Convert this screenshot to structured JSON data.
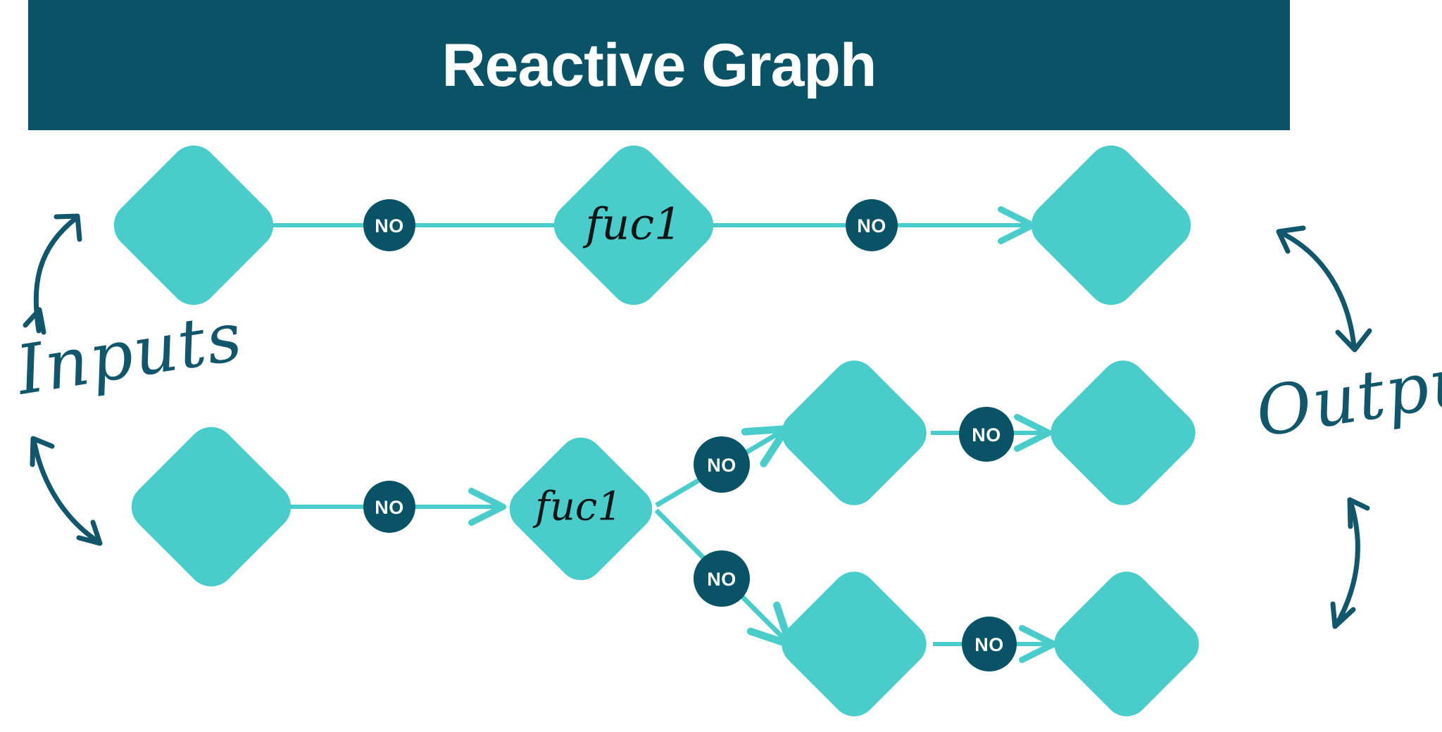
{
  "header": {
    "title": "Reactive Graph",
    "bar_color": "#0a5266",
    "title_color": "#ffffff"
  },
  "palette": {
    "node_fill": "#4accca",
    "badge_fill": "#0a5266",
    "badge_text": "#ffffff",
    "edge_stroke": "#4accca",
    "annotation_stroke": "#11566b",
    "node_label_text": "#111416",
    "background": "#ffffff"
  },
  "annotations": {
    "inputs": {
      "label": "Inputs",
      "arrow_top_name": "inputs-arrow-upper",
      "arrow_bottom_name": "inputs-arrow-lower"
    },
    "outputs": {
      "label": "Outputs",
      "arrow_top_name": "outputs-arrow-upper",
      "arrow_bottom_name": "outputs-arrow-lower"
    }
  },
  "graph": {
    "badge_label": "NO",
    "function_label": "fuc1",
    "rows": [
      {
        "name": "row-top",
        "nodes": [
          {
            "id": "n1",
            "role": "input",
            "label": ""
          },
          {
            "id": "n2",
            "role": "function",
            "label": "fuc1"
          },
          {
            "id": "n3",
            "role": "output",
            "label": ""
          }
        ],
        "edges": [
          {
            "from": "n1",
            "to": "n2",
            "badge": "NO"
          },
          {
            "from": "n2",
            "to": "n3",
            "badge": "NO"
          }
        ]
      },
      {
        "name": "row-bottom",
        "nodes": [
          {
            "id": "n4",
            "role": "input",
            "label": ""
          },
          {
            "id": "n5",
            "role": "function",
            "label": "fuc1"
          },
          {
            "id": "n6",
            "role": "branch",
            "label": ""
          },
          {
            "id": "n7",
            "role": "output",
            "label": ""
          },
          {
            "id": "n8",
            "role": "branch",
            "label": ""
          },
          {
            "id": "n9",
            "role": "output",
            "label": ""
          }
        ],
        "edges": [
          {
            "from": "n4",
            "to": "n5",
            "badge": "NO"
          },
          {
            "from": "n5",
            "to": "n6",
            "badge": "NO"
          },
          {
            "from": "n6",
            "to": "n7",
            "badge": "NO"
          },
          {
            "from": "n5",
            "to": "n8",
            "badge": "NO"
          },
          {
            "from": "n8",
            "to": "n9",
            "badge": "NO"
          }
        ]
      }
    ]
  },
  "counts": {
    "nodes": 9,
    "badges": 7
  }
}
